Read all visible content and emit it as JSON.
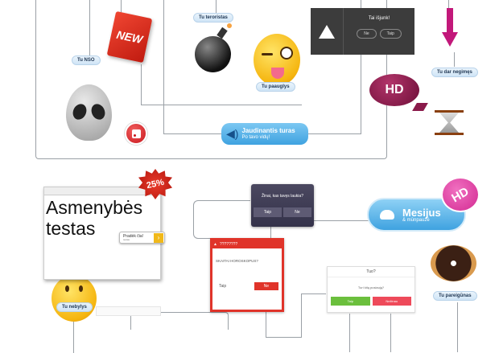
{
  "labels": {
    "nso": "Tu NSO",
    "teroristas": "Tu teroristas",
    "paauglys": "Tu paauglys",
    "negimes": "Tu dar negimęs",
    "nebylys": "Tu nebylys",
    "pareigunas": "Tu pareigūnas"
  },
  "stickers": {
    "new": "NEW",
    "hd1": "HD",
    "hd2": "HD",
    "discount": "25%"
  },
  "warning_dialog": {
    "title": "Tai išjunk!",
    "no": "Ne",
    "yes": "Taip"
  },
  "sound_button": {
    "title": "Jaudinantis turas",
    "subtitle": "Po tavo vidų!"
  },
  "test_window": {
    "title_line1": "Asmenybės",
    "title_line2": "testas",
    "start_button": "Pradėk čia!",
    "start_sub": "testas"
  },
  "dark_dialog": {
    "question": "Žinai, kas tavęs laukia?",
    "yes": "Taip",
    "no": "Ne"
  },
  "red_dialog": {
    "title": "????????",
    "question": "SKAITAI HOROSKOPUS?",
    "yes": "Taip",
    "no": "Ne"
  },
  "cloud_button": {
    "title": "Mesijus",
    "subtitle": "& mūnpauzė"
  },
  "light_dialog": {
    "title": "Tuo?",
    "question": "Turi kitą pusiaują?",
    "yes": "Taip",
    "no": "Nežinau"
  },
  "colors": {
    "accent_blue": "#3fa2e0",
    "red": "#e0342a",
    "pink": "#c2187a",
    "dark": "#3d3a50"
  }
}
